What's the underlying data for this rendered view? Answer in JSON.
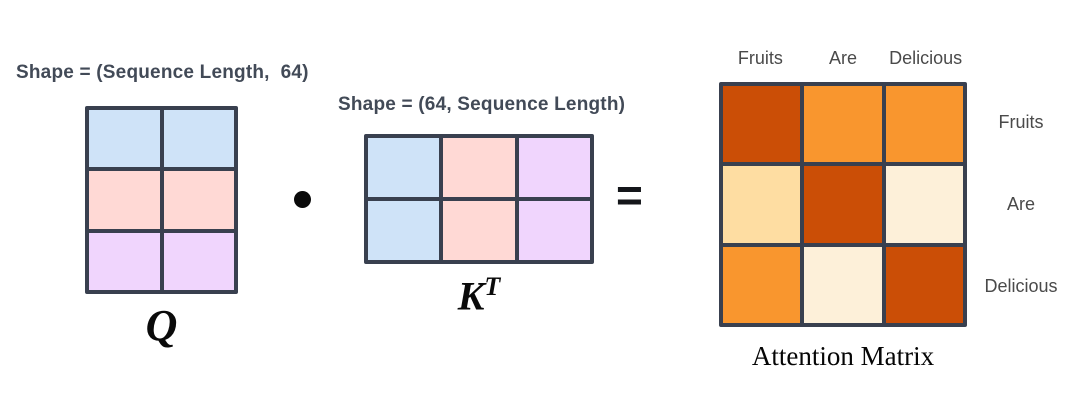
{
  "diagram": {
    "q": {
      "shape_label": "Shape = (Sequence Length,  64)",
      "matrix_label": "Q",
      "rows": 3,
      "cols": 2,
      "row_colors": [
        "#cfe3f8",
        "#ffd9d5",
        "#f0d5fd"
      ]
    },
    "k": {
      "shape_label": "Shape = (64, Sequence Length)",
      "matrix_label_base": "K",
      "matrix_label_sup": "T",
      "rows": 2,
      "cols": 3,
      "col_colors": [
        "#cfe3f8",
        "#ffd9d5",
        "#f0d5fd"
      ]
    },
    "operators": {
      "dot_icon": "filled-circle",
      "equals": "="
    },
    "attention": {
      "title": "Attention Matrix",
      "col_labels": [
        "Fruits",
        "Are",
        "Delicious"
      ],
      "row_labels": [
        "Fruits",
        "Are",
        "Delicious"
      ],
      "cell_colors": [
        [
          "#cb4e06",
          "#f9962e",
          "#f9962e"
        ],
        [
          "#fedda2",
          "#cb4e06",
          "#fdf0d9"
        ],
        [
          "#f9962e",
          "#fdf0d9",
          "#cb4e06"
        ]
      ]
    },
    "colors": {
      "matrix_border": "#39404f",
      "shape_label_text": "#424a57",
      "axis_label_text": "#4a4a4a",
      "dark_orange": "#cb4e06",
      "medium_orange": "#f9962e",
      "cream": "#fedda2",
      "light_cream": "#fdf0d9"
    }
  }
}
